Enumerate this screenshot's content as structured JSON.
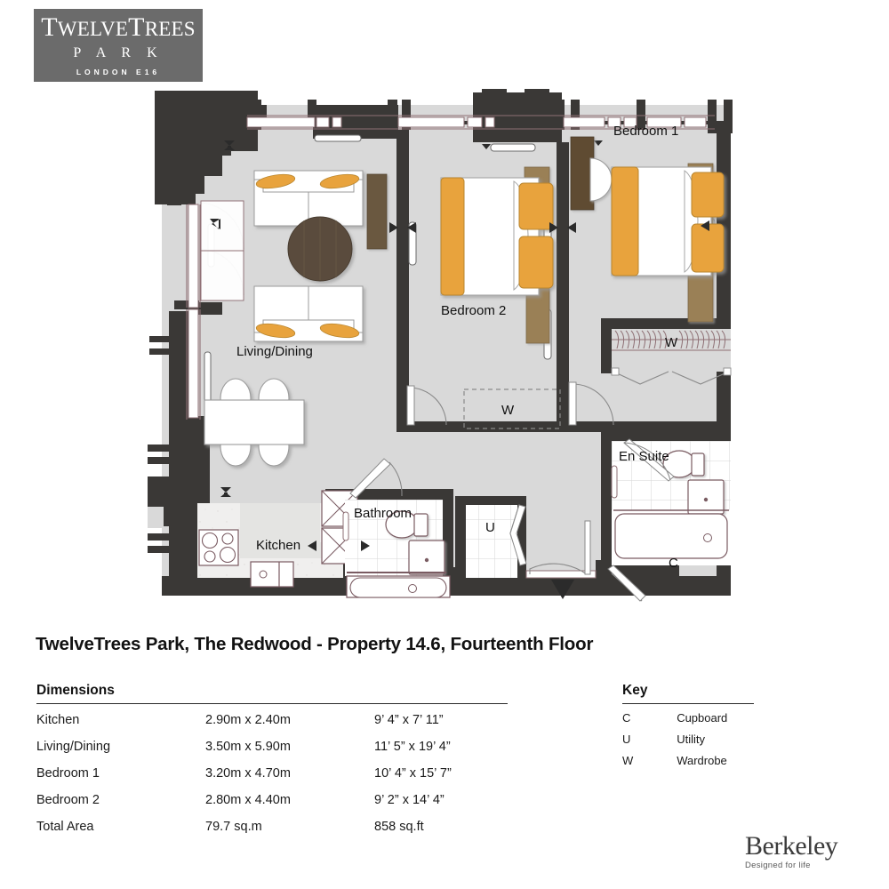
{
  "logo": {
    "line1_a": "T",
    "line1_b": "WELVE",
    "line1_c": "T",
    "line1_d": "REES",
    "line2": "P A R K",
    "line3": "LONDON E16",
    "bg_color": "#6b6b6b"
  },
  "plan_title": "TwelveTrees Park, The Redwood - Property 14.6, Fourteenth Floor",
  "dimensions": {
    "heading": "Dimensions",
    "rows": [
      {
        "room": "Kitchen",
        "metric": "2.90m x 2.40m",
        "imperial": "9’ 4” x 7’ 11”"
      },
      {
        "room": "Living/Dining",
        "metric": "3.50m x 5.90m",
        "imperial": "11’ 5” x 19’ 4”"
      },
      {
        "room": "Bedroom 1",
        "metric": "3.20m x 4.70m",
        "imperial": "10’ 4” x 15’ 7”"
      },
      {
        "room": "Bedroom 2",
        "metric": "2.80m x 4.40m",
        "imperial": "9’ 2” x 14’ 4”"
      },
      {
        "room": "Total Area",
        "metric": "79.7 sq.m",
        "imperial": "858 sq.ft"
      }
    ]
  },
  "key": {
    "heading": "Key",
    "rows": [
      {
        "symbol": "C",
        "label": "Cupboard"
      },
      {
        "symbol": "U",
        "label": "Utility"
      },
      {
        "symbol": "W",
        "label": "Wardrobe"
      }
    ]
  },
  "berkeley": {
    "name": "Berkeley",
    "tagline": "Designed for life"
  },
  "floorplan": {
    "room_labels": {
      "living_dining": "Living/Dining",
      "kitchen": "Kitchen",
      "bedroom1": "Bedroom 1",
      "bedroom2": "Bedroom 2",
      "bathroom": "Bathroom",
      "ensuite": "En Suite",
      "wardrobe_bed1": "W",
      "wardrobe_bed2": "W",
      "utility": "U",
      "cupboard": "C"
    },
    "colors": {
      "wall": "#3a3836",
      "floor": "#d9d9d9",
      "floor_light": "#e4e4e2",
      "tile": "#ffffff",
      "furniture_white": "#ffffff",
      "cushion_orange": "#e8a33d",
      "table_brown": "#5a4c3c",
      "wardrobe_brown": "#8a7557",
      "fixture_line": "#7a5b62"
    }
  }
}
